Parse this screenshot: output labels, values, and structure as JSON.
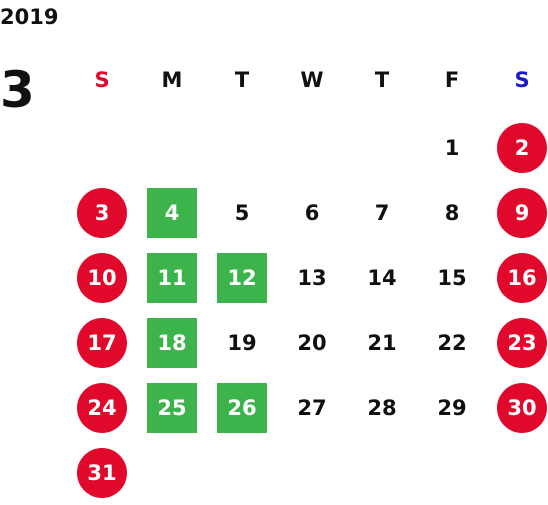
{
  "calendar": {
    "year": "2019",
    "month": "3",
    "weekdays": [
      "S",
      "M",
      "T",
      "W",
      "T",
      "F",
      "S"
    ],
    "weeks": [
      [
        {
          "text": "",
          "style": "empty"
        },
        {
          "text": "",
          "style": "empty"
        },
        {
          "text": "",
          "style": "empty"
        },
        {
          "text": "",
          "style": "empty"
        },
        {
          "text": "",
          "style": "empty"
        },
        {
          "text": "1",
          "style": "plain"
        },
        {
          "text": "2",
          "style": "holiday"
        }
      ],
      [
        {
          "text": "3",
          "style": "holiday"
        },
        {
          "text": "4",
          "style": "marked"
        },
        {
          "text": "5",
          "style": "plain"
        },
        {
          "text": "6",
          "style": "plain"
        },
        {
          "text": "7",
          "style": "plain"
        },
        {
          "text": "8",
          "style": "plain"
        },
        {
          "text": "9",
          "style": "holiday"
        }
      ],
      [
        {
          "text": "10",
          "style": "holiday"
        },
        {
          "text": "11",
          "style": "marked"
        },
        {
          "text": "12",
          "style": "marked"
        },
        {
          "text": "13",
          "style": "plain"
        },
        {
          "text": "14",
          "style": "plain"
        },
        {
          "text": "15",
          "style": "plain"
        },
        {
          "text": "16",
          "style": "holiday"
        }
      ],
      [
        {
          "text": "17",
          "style": "holiday"
        },
        {
          "text": "18",
          "style": "marked"
        },
        {
          "text": "19",
          "style": "plain"
        },
        {
          "text": "20",
          "style": "plain"
        },
        {
          "text": "21",
          "style": "plain"
        },
        {
          "text": "22",
          "style": "plain"
        },
        {
          "text": "23",
          "style": "holiday"
        }
      ],
      [
        {
          "text": "24",
          "style": "holiday"
        },
        {
          "text": "25",
          "style": "marked"
        },
        {
          "text": "26",
          "style": "marked"
        },
        {
          "text": "27",
          "style": "plain"
        },
        {
          "text": "28",
          "style": "plain"
        },
        {
          "text": "29",
          "style": "plain"
        },
        {
          "text": "30",
          "style": "holiday"
        }
      ],
      [
        {
          "text": "31",
          "style": "holiday"
        },
        {
          "text": "",
          "style": "empty"
        },
        {
          "text": "",
          "style": "empty"
        },
        {
          "text": "",
          "style": "empty"
        },
        {
          "text": "",
          "style": "empty"
        },
        {
          "text": "",
          "style": "empty"
        },
        {
          "text": "",
          "style": "empty"
        }
      ]
    ]
  },
  "colors": {
    "holiday_red": "#e0092b",
    "marked_green": "#3cb44b",
    "saturday_blue": "#1a1acc",
    "text": "#111111"
  }
}
